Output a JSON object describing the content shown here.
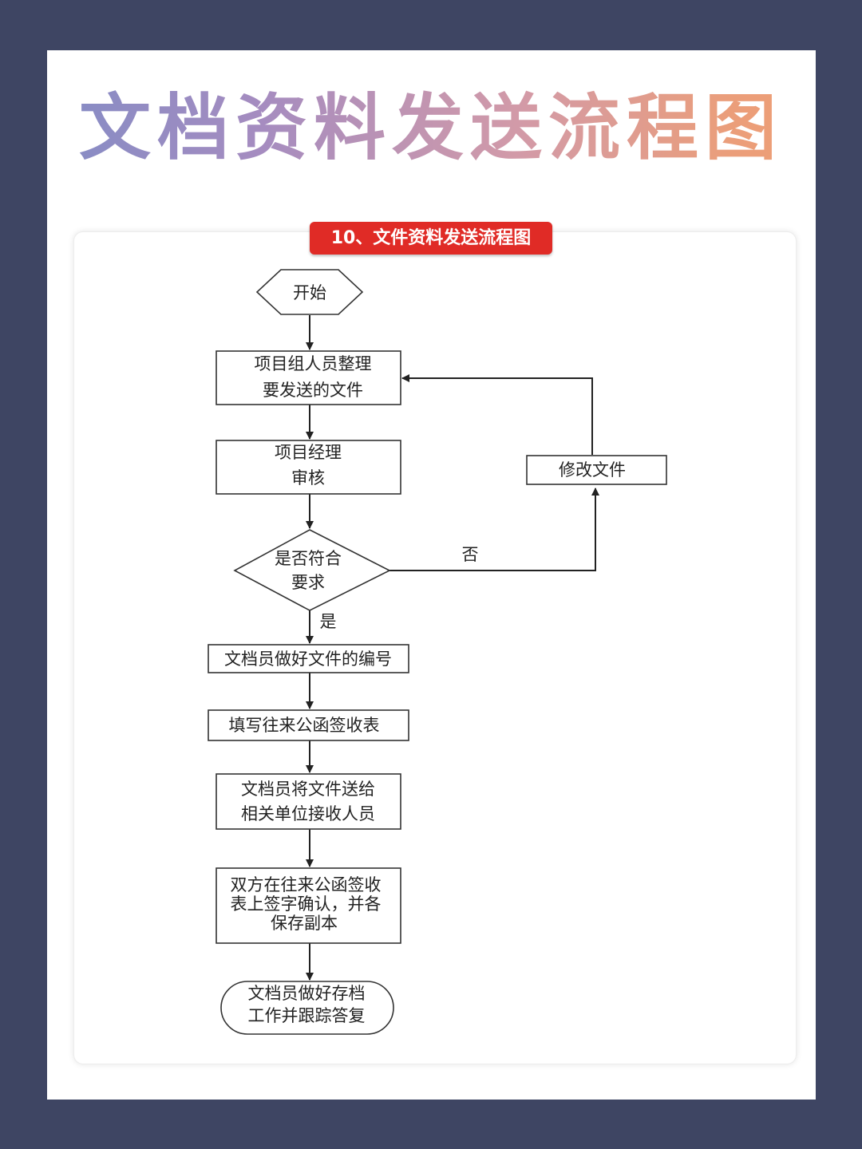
{
  "title": "文档资料发送流程图",
  "section_label": "10、文件资料发送流程图",
  "nodes": {
    "start": "开始",
    "organize": [
      "项目组人员整理",
      "要发送的文件"
    ],
    "review": [
      "项目经理",
      "审核"
    ],
    "decision": [
      "是否符合",
      "要求"
    ],
    "modify": "修改文件",
    "numbering": "文档员做好文件的编号",
    "fill_form": "填写往来公函签收表",
    "deliver": [
      "文档员将文件送给",
      "相关单位接收人员"
    ],
    "sign": [
      "双方在往来公函签收",
      "表上签字确认，并各",
      "保存副本"
    ],
    "archive": [
      "文档员做好存档",
      "工作并跟踪答复"
    ]
  },
  "edge_labels": {
    "no": "否",
    "yes": "是"
  }
}
